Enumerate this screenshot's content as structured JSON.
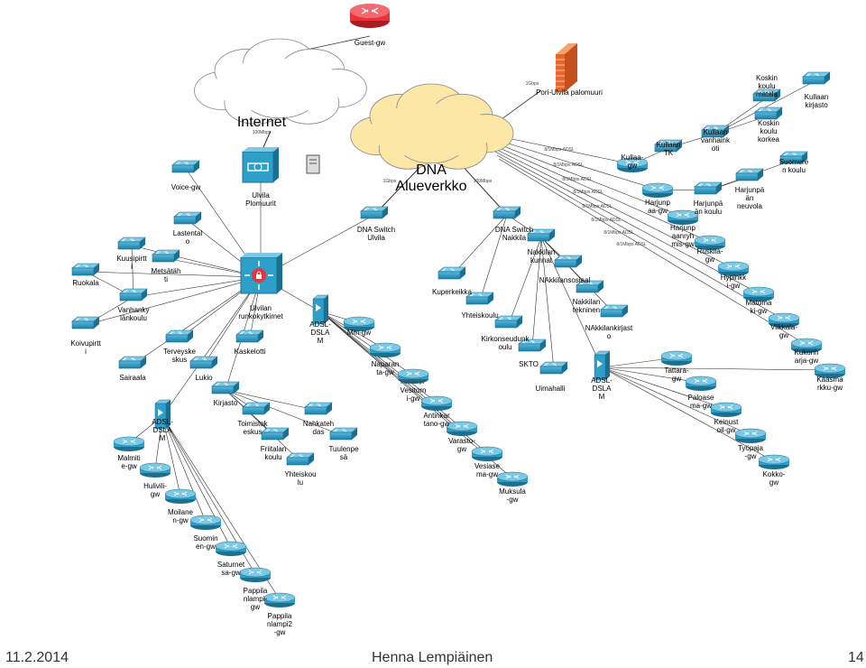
{
  "title_cloud": "Internet",
  "title_cloud_speed": "100Mbps",
  "dna_cloud": "DNA Alueverkko",
  "dna_cloud_speed1": "1Gbps",
  "dna_cloud_speed2": "100Mbps",
  "firewall_label": "Pori-Ulvila palomuuri",
  "firewall_speed": "1Gbps",
  "guest_router": "Guest-gw",
  "nodes": {
    "voice": "Voice-gw",
    "ulvila_fw": "Ulvila\nPlomuurit",
    "lastentalo": "Lastental\no",
    "dna_switch_ulvila": "DNA Switch\nUlvila",
    "dna_switch_nakkila": "DNA Switch\nNakkila",
    "kuusipirtti": "Kuusipirtt\ni",
    "ruokala": "Ruokala",
    "metsatahti": "Metsätäh\nti",
    "vanhankylan": "Vanhanky\nlänkoulu",
    "ulvilan_runko": "Ulvilan\nrunkokytkimet",
    "koivupirtti": "Koivupirtt\ni",
    "terveyskeskus": "Terveyske\nskus",
    "kaskelotti": "Kaskelotti",
    "sairaala": "Sairaala",
    "lukio": "Lukio",
    "kirjasto": "Kirjasto",
    "adsl_dslam_1": "ADSL-\nDSLA\nM",
    "adsl_dslam_2": "ADSL-\nDSLA\nM",
    "adsl_dslam_3": "ADSL-\nDSLA\nM",
    "mm_gw": "Mm-gw",
    "naparanta": "Naparan\nta-gw",
    "vesitorni": "Vesitorn\ni-gw",
    "vesitorni_small": "Vesitorni-gw",
    "antinkartano": "Antinkar\ntano-gw",
    "varasto": "Varasto-\ngw",
    "vesiasema": "Vesiase\nma-gw",
    "muksula": "Muksula\n-gw",
    "toimistokeskus": "Toimistok\neskus",
    "nahkatehdas": "Nahkateh\ndas",
    "friitalan": "Friitalan\nkoulu",
    "tuulenpesa": "Tuulenpe\nsä",
    "yhteiskoulu_u": "Yhteiskou\nlu",
    "malmitie": "Malmiti\ne-gw",
    "hulivili": "Hulivili-\ngw",
    "moilanen": "Moilane\nn-gw",
    "suominen": "Suomin\nen-gw",
    "saturnetsa": "Saturnet\nsa-gw",
    "pappilanlampi": "Pappila\nnlampi-\ngw",
    "pappilanlampi2": "Pappila\nnlampi2\n-gw",
    "kuperkeikka": "Kuperkeikka",
    "yhteiskoulu_n": "Yhteiskoulu",
    "nakkilan_kunnat": "Nakkilan\nkunnat",
    "nakkilansosiaali": "NAkkilansosiaal",
    "nakkilan_tekninen": "Nakkilan\ntekninen",
    "kirkonseudun": "Kirkonseudunk\noulu",
    "skto": "SKTO",
    "uimahalli": "Uimahalli",
    "nakkilankirjasto": "NAkkilankirjast\no",
    "kullaa_gw": "Kullaa-\ngw",
    "kullaan_tk": "Kullaan\nTK",
    "kullaan_vanhainkoti": "Kullaan\nvanhaink\noti",
    "koskin_matala": "Koskin\nkoulu\nmatala",
    "koskin_korkea": "Koskin\nkoulu\nkorkea",
    "kullaan_kirjasto": "Kullaan\nkirjasto",
    "harjunpaa_gw": "Harjunp\naa-gw",
    "harjunpaan_koulu": "Harjunpä\nän koulu",
    "harjunpaan_neuvola": "Harjunpä\nän\nneuvola",
    "suomeren_koulu": "Suomere\nn koulu",
    "harjunpaanryhmis": "Harjunp\naanryh\nmis-gw",
    "ruskila": "Ruskila-\ngw",
    "hypinkki": "Hypinkk\ni-gw",
    "matomaki": "Matoma\nki-gw",
    "viikkala": "Viikkala-\ngw",
    "kukonharja": "Kukonh\narja-gw",
    "kaasmarkku": "Kaasma\nrkku-gw",
    "tattara": "Tattara-\ngw",
    "paloasema": "Paloase\nma-gw",
    "keinusto": "Keinust\noil-gw",
    "tyopaja": "Työpaja\n-gw",
    "kokko": "Kokko-\ngw"
  },
  "link_labels": {
    "l1": "8/1Mbps ADSL",
    "l2": "8/1Mbps ADSL",
    "l3": "8/1Mbps ADSL",
    "l4": "8/1Mbps ADSL",
    "l5": "8/1Mbps ADSL",
    "l6": "8/1Mbps ADSL",
    "l7": "8/1Mbps ADSL",
    "l8": "8/1Mbps ADSL"
  },
  "footer": {
    "date": "11.2.2014",
    "author": "Henna Lempiäinen",
    "page": "14"
  },
  "colors": {
    "node_fill": "#2e9fc9",
    "node_dark": "#1b6f91",
    "router_fill": "#e8323c",
    "cloud_white": "#ffffff",
    "cloud_yellow": "#fde7a6",
    "firewall": "#e8662a",
    "line": "#333333"
  }
}
